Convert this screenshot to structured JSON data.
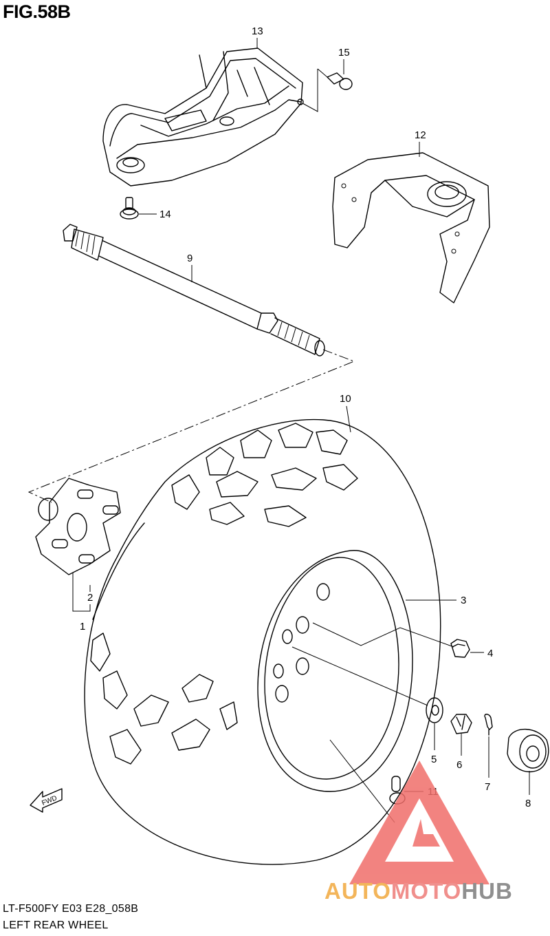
{
  "figure": {
    "title": "FIG.58B"
  },
  "captions": {
    "model_code": "LT-F500FY  E03  E28_058B",
    "section_name": "LEFT REAR WHEEL"
  },
  "callouts": {
    "p1": "1",
    "p2": "2",
    "p3": "3",
    "p4": "4",
    "p5": "5",
    "p6": "6",
    "p7": "7",
    "p8": "8",
    "p9": "9",
    "p10": "10",
    "p11": "11",
    "p12": "12",
    "p13": "13",
    "p14": "14",
    "p15": "15"
  },
  "direction_marker": {
    "label": "FWD",
    "icon": "forward-arrow-icon"
  },
  "watermark": {
    "brand_part1": "AUTO",
    "brand_part2": "MOTO",
    "brand_part3": "HUB",
    "colors": {
      "auto": "#f3b55a",
      "moto": "#f08f8c",
      "hub": "#8f8f8f",
      "logo": "#f06e6a"
    }
  }
}
